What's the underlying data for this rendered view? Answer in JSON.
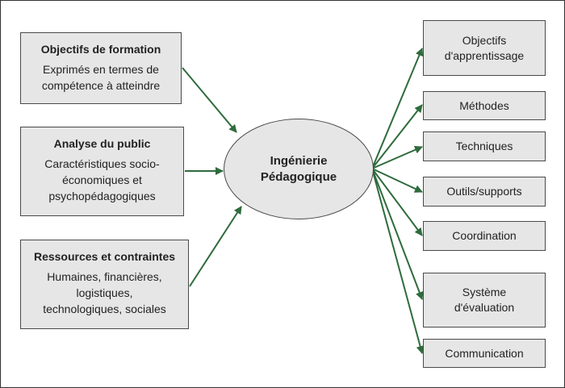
{
  "colors": {
    "arrow": "#2e6b3c",
    "box_fill": "#e6e6e6",
    "box_border": "#4a4a4a",
    "text": "#222222"
  },
  "center": {
    "label": "Ingénierie\nPédagogique"
  },
  "inputs": [
    {
      "title": "Objectifs de formation",
      "description": "Exprimés en termes de\ncompétence à atteindre"
    },
    {
      "title": "Analyse du public",
      "description": "Caractéristiques socio-\néconomiques et\npsychopédagogiques"
    },
    {
      "title": "Ressources et contraintes",
      "description": "Humaines, financières,\nlogistiques,\ntechnologiques, sociales"
    }
  ],
  "outputs": [
    {
      "label": "Objectifs\nd'apprentissage"
    },
    {
      "label": "Méthodes"
    },
    {
      "label": "Techniques"
    },
    {
      "label": "Outils/supports"
    },
    {
      "label": "Coordination"
    },
    {
      "label": "Système\nd'évaluation"
    },
    {
      "label": "Communication"
    }
  ]
}
